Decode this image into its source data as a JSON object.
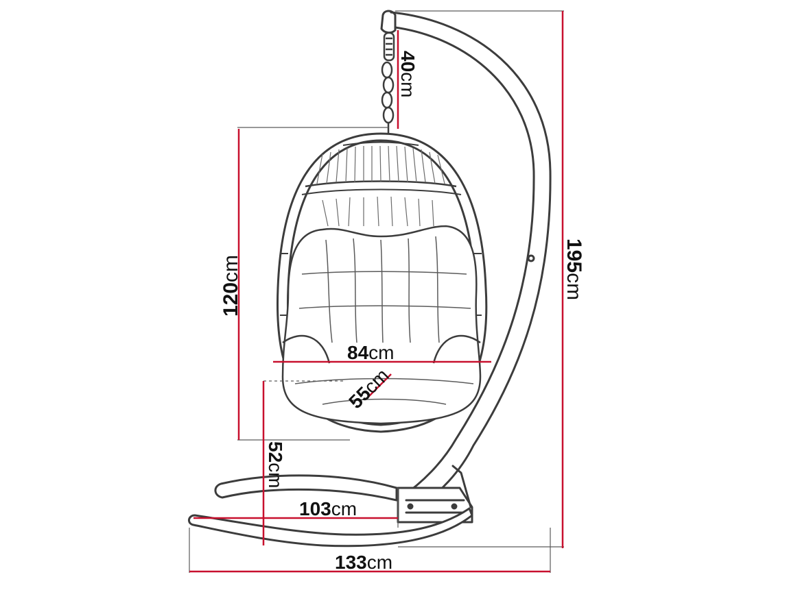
{
  "colors": {
    "outline": "#3c3c3c",
    "dimension": "#c8102e",
    "guide": "#5a5a5a",
    "text": "#111111"
  },
  "dimensions": {
    "chain_height": {
      "value": "40",
      "unit": "cm"
    },
    "stand_height": {
      "value": "195",
      "unit": "cm"
    },
    "basket_height": {
      "value": "120",
      "unit": "cm"
    },
    "basket_width": {
      "value": "84",
      "unit": "cm"
    },
    "seat_depth": {
      "value": "55",
      "unit": "cm"
    },
    "seat_height": {
      "value": "52",
      "unit": "cm"
    },
    "inner_base": {
      "value": "103",
      "unit": "cm"
    },
    "outer_base": {
      "value": "133",
      "unit": "cm"
    }
  }
}
